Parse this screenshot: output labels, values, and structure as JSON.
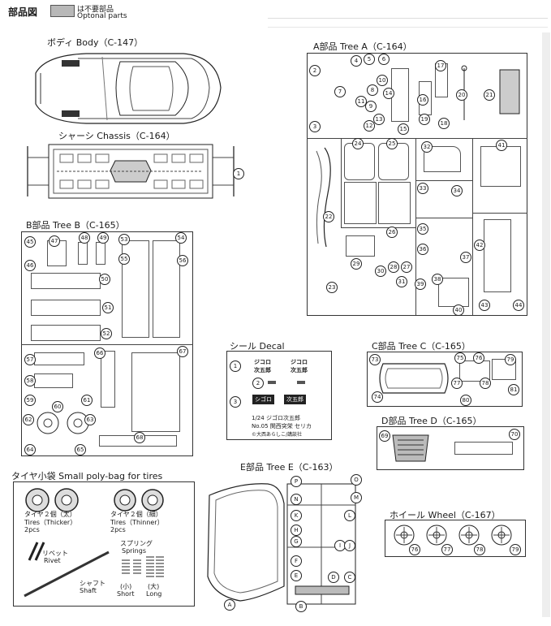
{
  "header": {
    "title": "部品図",
    "legend_jp": "は不要部品",
    "legend_en": "Optonal parts",
    "legend_color": "#b0b0b0"
  },
  "sections": {
    "body": {
      "title": "ボディ Body（C-147）"
    },
    "chassis": {
      "title": "シャーシ Chassis（C-164）",
      "numbers": [
        "1"
      ]
    },
    "tree_a": {
      "title": "A部品 Tree A（C-164）",
      "numbers": [
        "2",
        "3",
        "4",
        "5",
        "6",
        "7",
        "8",
        "9",
        "10",
        "11",
        "12",
        "13",
        "14",
        "15",
        "16",
        "17",
        "18",
        "19",
        "20",
        "21",
        "22",
        "23",
        "24",
        "25",
        "26",
        "27",
        "28",
        "29",
        "30",
        "31",
        "32",
        "33",
        "34",
        "35",
        "36",
        "37",
        "38",
        "39",
        "40",
        "41",
        "42",
        "43",
        "44"
      ]
    },
    "tree_b": {
      "title": "B部品 Tree B（C-165）",
      "numbers": [
        "45",
        "46",
        "47",
        "48",
        "49",
        "50",
        "51",
        "52",
        "53",
        "54",
        "55",
        "56",
        "57",
        "58",
        "59",
        "60",
        "61",
        "62",
        "63",
        "64",
        "65",
        "66",
        "67",
        "68"
      ]
    },
    "decal": {
      "title": "シール Decal",
      "numbers": [
        "1",
        "2",
        "3"
      ],
      "plate_text": [
        "シゴロ",
        "次五郎"
      ],
      "pair_text": [
        "ジコロ",
        "次五郎"
      ],
      "footer": [
        "1/24 ジゴロ次五郎",
        "No.05 関西突栄 セリカ",
        "©大西あらしこ/講談社"
      ]
    },
    "tree_c": {
      "title": "C部品 Tree C（C-165）",
      "numbers": [
        "73",
        "74",
        "75",
        "76",
        "77",
        "78",
        "79",
        "80",
        "81"
      ]
    },
    "tree_d": {
      "title": "D部品 Tree D（C-165）",
      "numbers": [
        "69",
        "70"
      ]
    },
    "tires": {
      "title": "タイヤ小袋 Small poly-bag for tires",
      "thick_jp": "タイヤ２個（太）",
      "thick_en": "Tires（Thicker）",
      "thick_qty": "2pcs",
      "thin_jp": "タイヤ２個（細）",
      "thin_en": "Tires（Thinner）",
      "thin_qty": "2pcs",
      "rivet_jp": "リベット",
      "rivet_en": "Rivet",
      "springs_jp": "スプリング",
      "springs_en": "Springs",
      "shaft_jp": "シャフト",
      "shaft_en": "Shaft",
      "short_jp": "(小)",
      "short_en": "Short",
      "long_jp": "(大)",
      "long_en": "Long"
    },
    "tree_e": {
      "title": "E部品 Tree E（C-163）",
      "letters": [
        "P",
        "O",
        "N",
        "M",
        "K",
        "L",
        "H",
        "I",
        "G",
        "J",
        "F",
        "E",
        "D",
        "C",
        "A",
        "B"
      ]
    },
    "wheel": {
      "title": "ホイール Wheel（C-167）",
      "numbers": [
        "76",
        "77",
        "78",
        "79"
      ]
    }
  }
}
